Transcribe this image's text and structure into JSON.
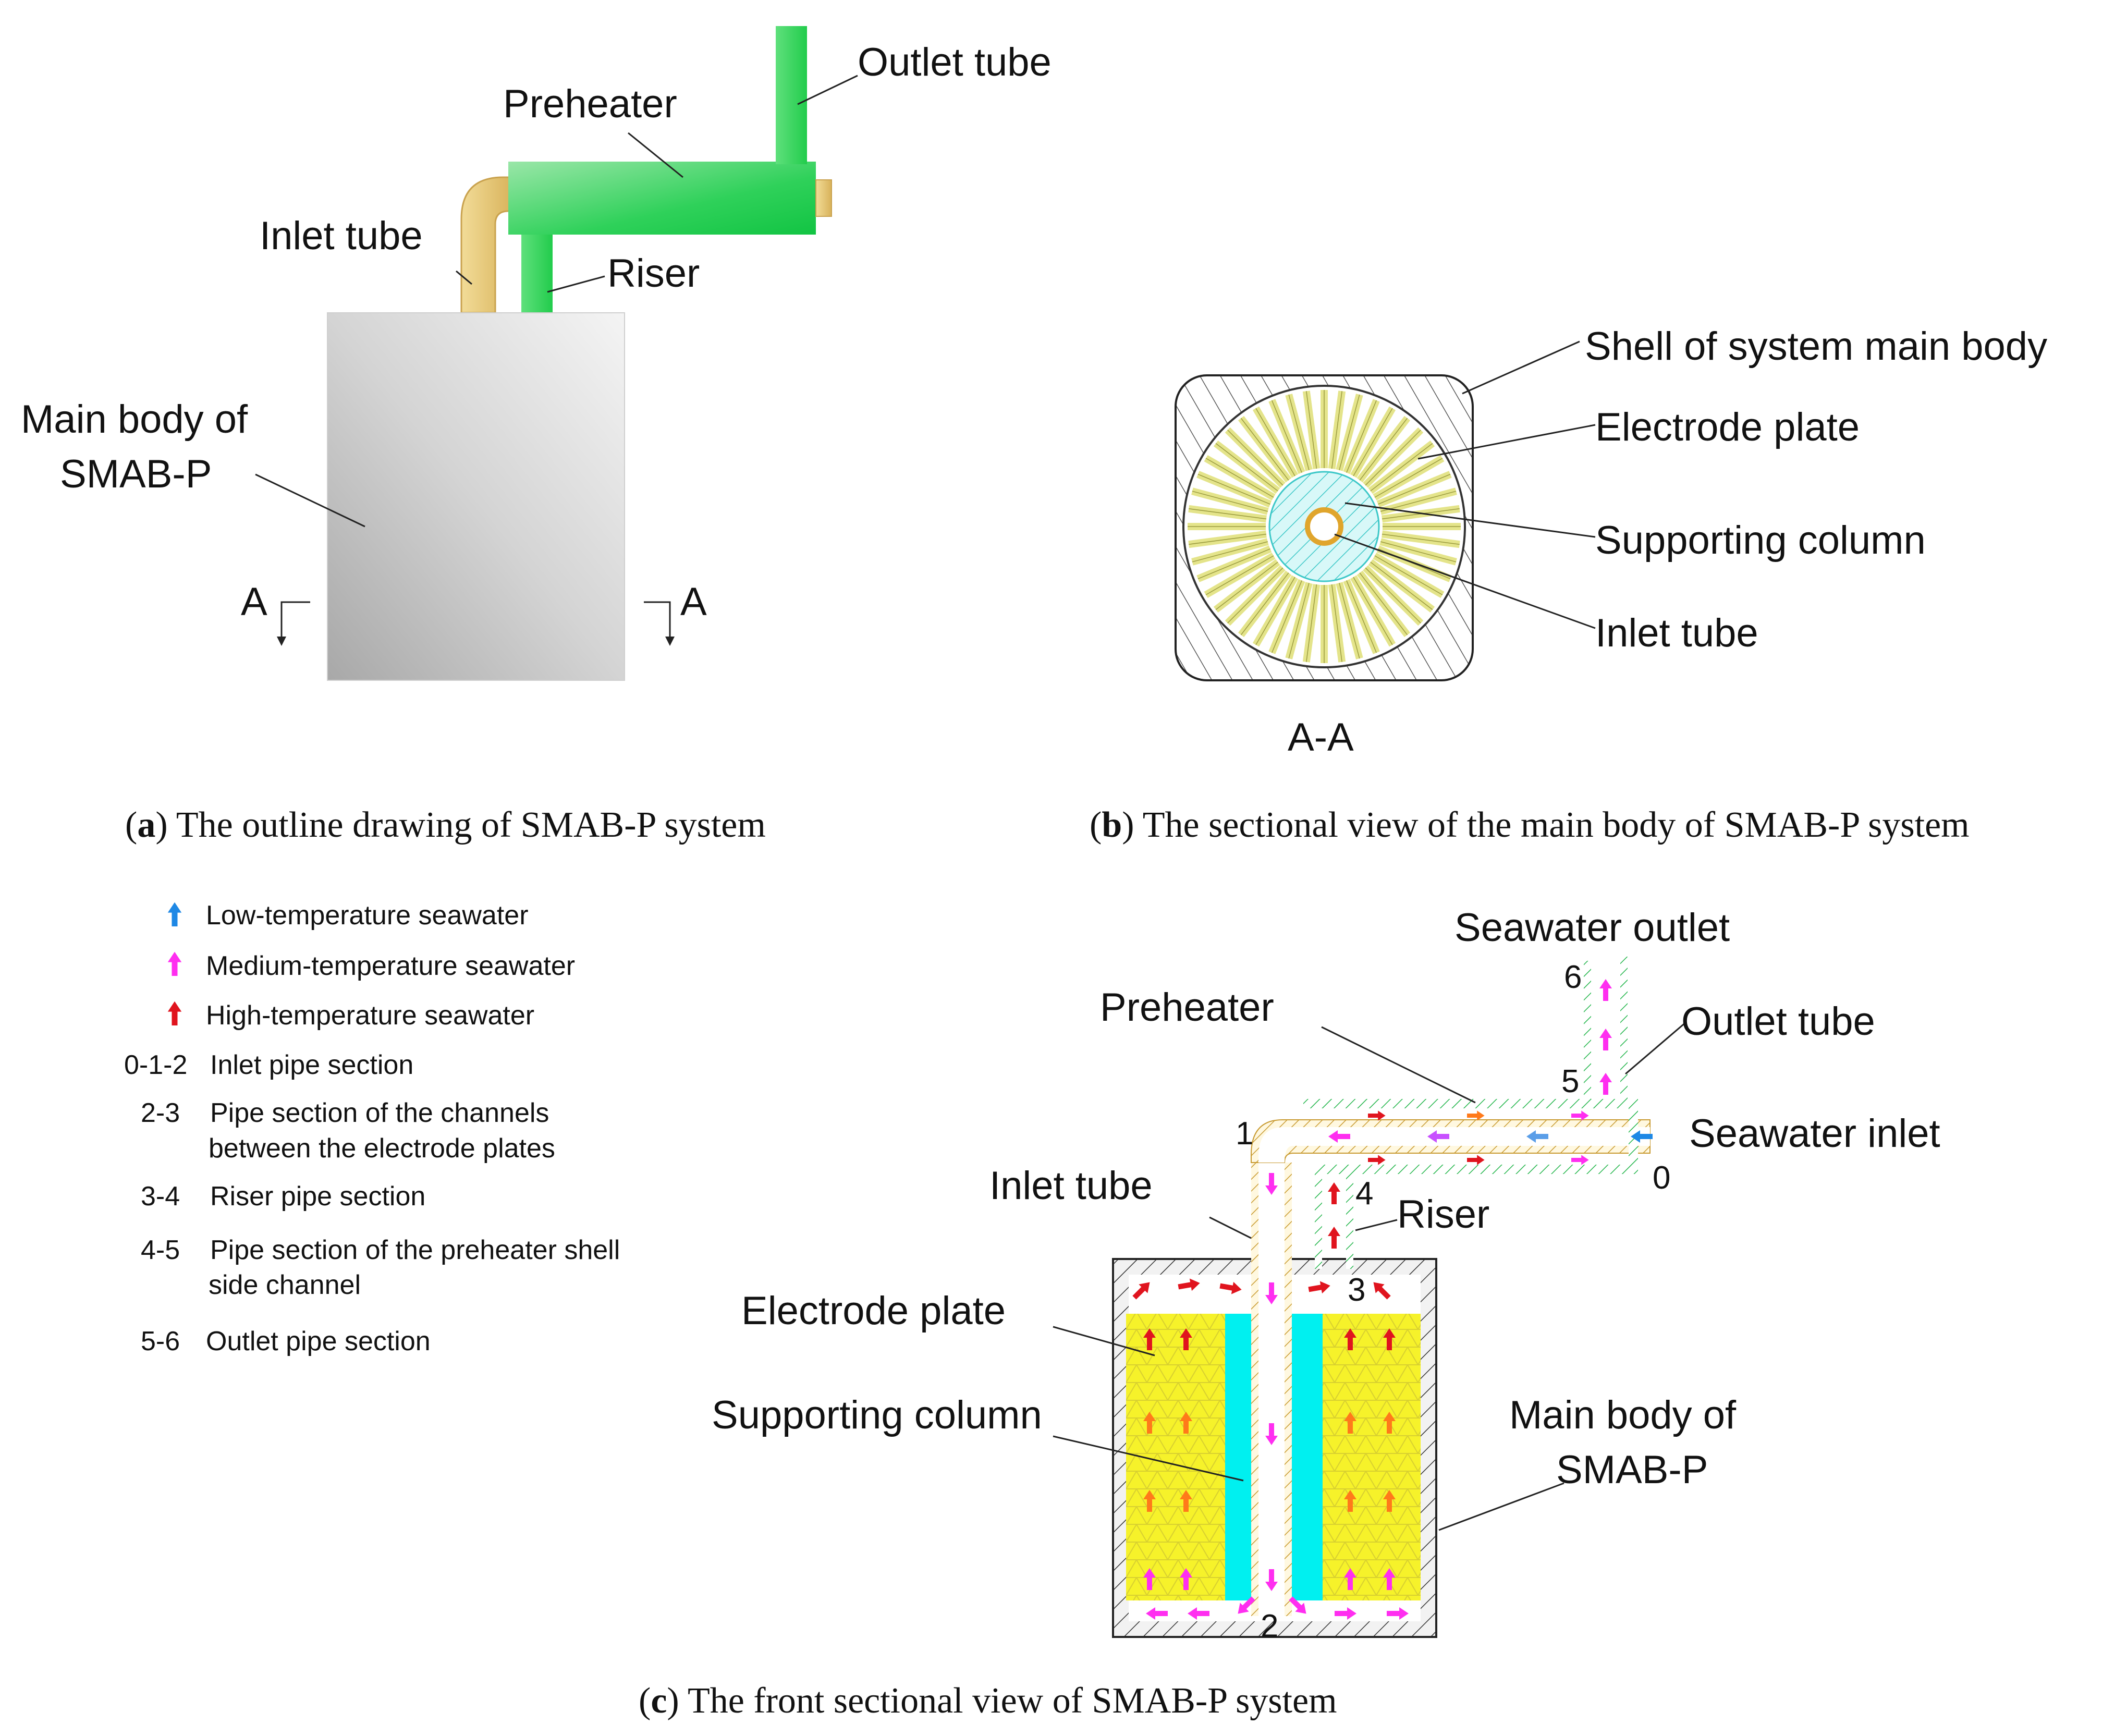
{
  "panel_a": {
    "outlet_tube": "Outlet tube",
    "preheater": "Preheater",
    "inlet_tube": "Inlet tube",
    "riser": "Riser",
    "main_body_line1": "Main body of",
    "main_body_line2": "SMAB-P",
    "section_left": "A",
    "section_right": "A",
    "caption_letter": "a",
    "caption_text": " The outline drawing of SMAB-P system"
  },
  "panel_b": {
    "shell": "Shell of system main body",
    "electrode_plate": "Electrode plate",
    "supporting_column": "Supporting column",
    "inlet_tube": "Inlet tube",
    "section_label": "A-A",
    "caption_letter": "b",
    "caption_text": " The sectional view of the main body of SMAB-P system"
  },
  "legend": {
    "items": [
      {
        "key": "",
        "text": "Low-temperature seawater",
        "arrow_color": "#1e88e5"
      },
      {
        "key": "",
        "text": "Medium-temperature seawater",
        "arrow_color": "#ff2ef0"
      },
      {
        "key": "",
        "text": "High-temperature seawater",
        "arrow_color": "#e0141e"
      },
      {
        "key": "0-1-2",
        "text": "Inlet pipe section"
      },
      {
        "key": "2-3",
        "text": "Pipe section of the channels",
        "text2": "between the electrode plates"
      },
      {
        "key": "3-4",
        "text": "Riser pipe section"
      },
      {
        "key": "4-5",
        "text": "Pipe section of the preheater shell",
        "text2": "side channel"
      },
      {
        "key": "5-6",
        "text": "Outlet pipe section"
      }
    ]
  },
  "panel_c": {
    "seawater_outlet": "Seawater outlet",
    "preheater": "Preheater",
    "outlet_tube": "Outlet tube",
    "seawater_inlet": "Seawater inlet",
    "inlet_tube": "Inlet tube",
    "riser": "Riser",
    "electrode_plate": "Electrode plate",
    "supporting_column": "Supporting column",
    "main_body_line1": "Main body of",
    "main_body_line2": "SMAB-P",
    "point_0": "0",
    "point_1": "1",
    "point_2": "2",
    "point_3": "3",
    "point_4": "4",
    "point_5": "5",
    "point_6": "6",
    "caption_letter": "c",
    "caption_text": " The front sectional view of SMAB-P system"
  },
  "colors": {
    "low_temp": "#1e88e5",
    "medium_temp": "#ff2ef0",
    "high_temp": "#e0141e",
    "green_pipe": "#22c55e",
    "tan_pipe": "#e0bf68",
    "electrode_yellow": "#f6f22a",
    "column_cyan": "#00f0f0"
  }
}
